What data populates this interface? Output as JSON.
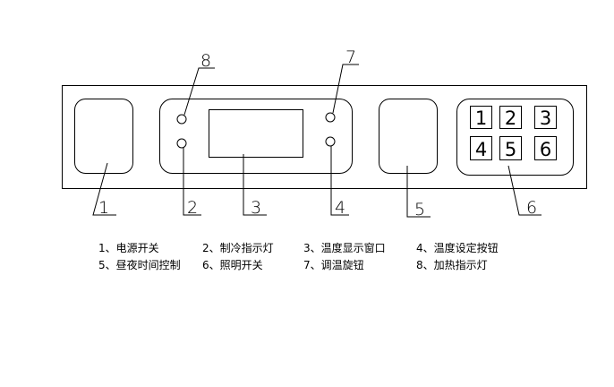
{
  "callouts": [
    "1",
    "2",
    "3",
    "4",
    "5",
    "6",
    "7",
    "8"
  ],
  "buttons": [
    "1",
    "2",
    "3",
    "4",
    "5",
    "6"
  ],
  "legend": [
    "1、电源开关",
    "2、制冷指示灯",
    "3、温度显示窗口",
    "4、温度设定按钮",
    "5、昼夜时间控制",
    "6、照明开关",
    "7、调温旋钮",
    "8、加热指示灯"
  ]
}
